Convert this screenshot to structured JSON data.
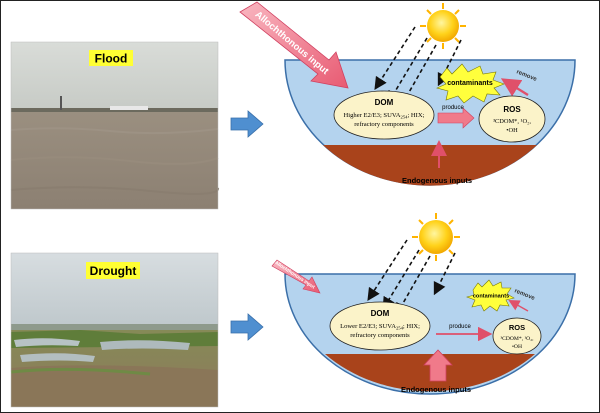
{
  "flood": {
    "tag": "Flood",
    "allochthonous": "Allochthonous input",
    "contaminants": "contaminants",
    "remove": "remove",
    "dom_title": "DOM",
    "dom_line1_pre": "Higher E2/E3; SUVA",
    "dom_line1_sub": "254",
    "dom_line1_post": "; HIX;",
    "dom_line2": "refractory components",
    "produce": "produce",
    "ros_title": "ROS",
    "ros_line1": "³CDOM*, ¹O₂,",
    "ros_line2": "•OH",
    "endogenous": "Endogenous inputs"
  },
  "drought": {
    "tag": "Drought",
    "allochthonous": "Allochthonous input",
    "contaminants": "contaminants",
    "remove": "remove",
    "dom_title": "DOM",
    "dom_line1_pre": "Lower E2/E3; SUVA",
    "dom_line1_sub": "254",
    "dom_line1_post": "; HIX;",
    "dom_line2": "refractory components",
    "produce": "produce",
    "ros_title": "ROS",
    "ros_line1": "³CDOM*, ¹O₂,",
    "ros_line2": "•OH",
    "endogenous": "Endogenous inputs"
  },
  "colors": {
    "water": "#b4d3ee",
    "water_edge": "#3b6fa8",
    "sediment": "#a9431b",
    "oval": "#fbf3c9",
    "tag_bg": "#ffff33",
    "pink": "#f07a8a",
    "sun": "#ffcc00",
    "right_arrow": "#4f8fd0",
    "flood_water": "#9a8f80",
    "flood_sky": "#d2d6d2",
    "drought_sky": "#c9d2d6",
    "drought_grass": "#6c8b3e"
  }
}
